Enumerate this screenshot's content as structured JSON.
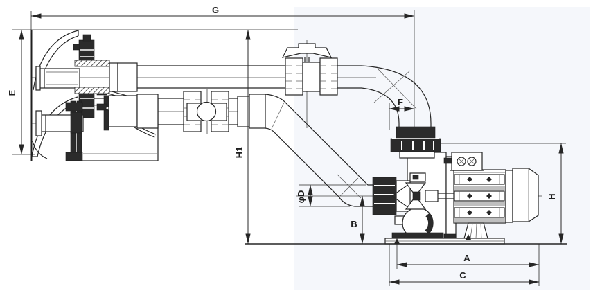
{
  "drawing": {
    "kind": "technical dimension drawing",
    "subject": "wall-mounted counter-current jet unit piped to end-suction pump with motor"
  },
  "dimension_labels": {
    "overall_length": "G",
    "wall_unit_height": "E",
    "overall_height_to_top": "H1",
    "riser_offset": "F",
    "suction_pipe_diameter": "φD",
    "suction_centerline_height": "B",
    "pump_height": "H",
    "pump_foot_length": "A",
    "pump_base_length": "C"
  },
  "colors": {
    "line": "#262626",
    "dark_fill": "#2b2b2b",
    "background": "#ffffff",
    "scan_tint": "#edf0f7"
  }
}
